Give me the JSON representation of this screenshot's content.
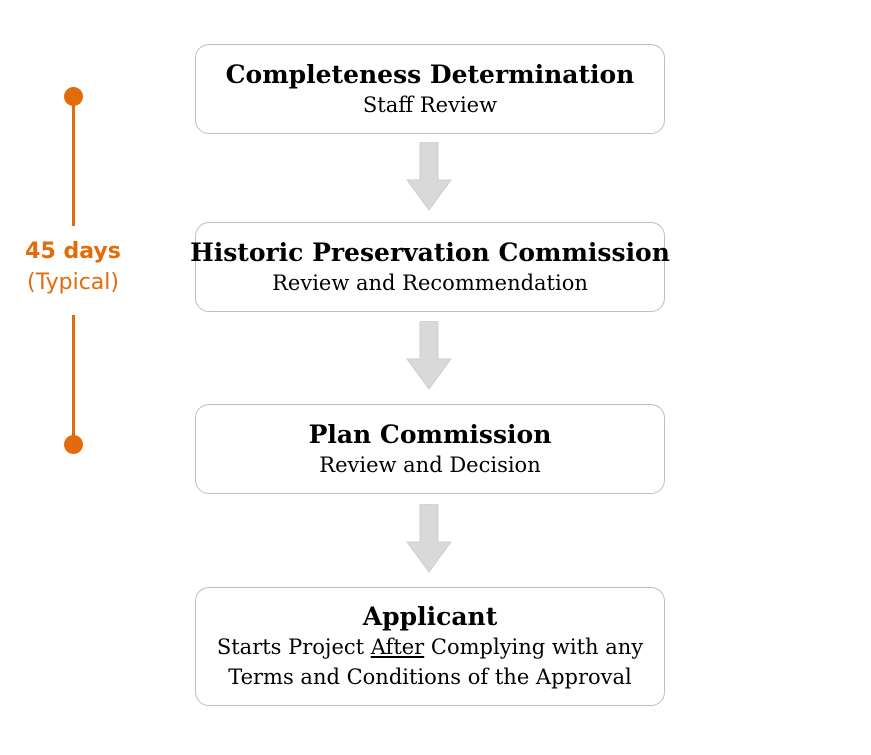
{
  "timeline": {
    "duration": "45 days",
    "note": "(Typical)",
    "accent_color": "#e36c0a"
  },
  "steps": [
    {
      "title": "Completeness Determination",
      "subtitle": "Staff Review"
    },
    {
      "title": "Historic Preservation Commission",
      "subtitle": "Review and Recommendation"
    },
    {
      "title": "Plan Commission",
      "subtitle": "Review and Decision"
    },
    {
      "title": "Applicant",
      "subtitle_before": "Starts Project ",
      "subtitle_emphasis": "After",
      "subtitle_after": " Complying with any",
      "subtitle_line2": "Terms and Conditions of the Approval"
    }
  ],
  "arrow_icon": "down-arrow-icon",
  "colors": {
    "box_border": "#bfbfbf",
    "arrow_fill": "#d9d9d9"
  }
}
